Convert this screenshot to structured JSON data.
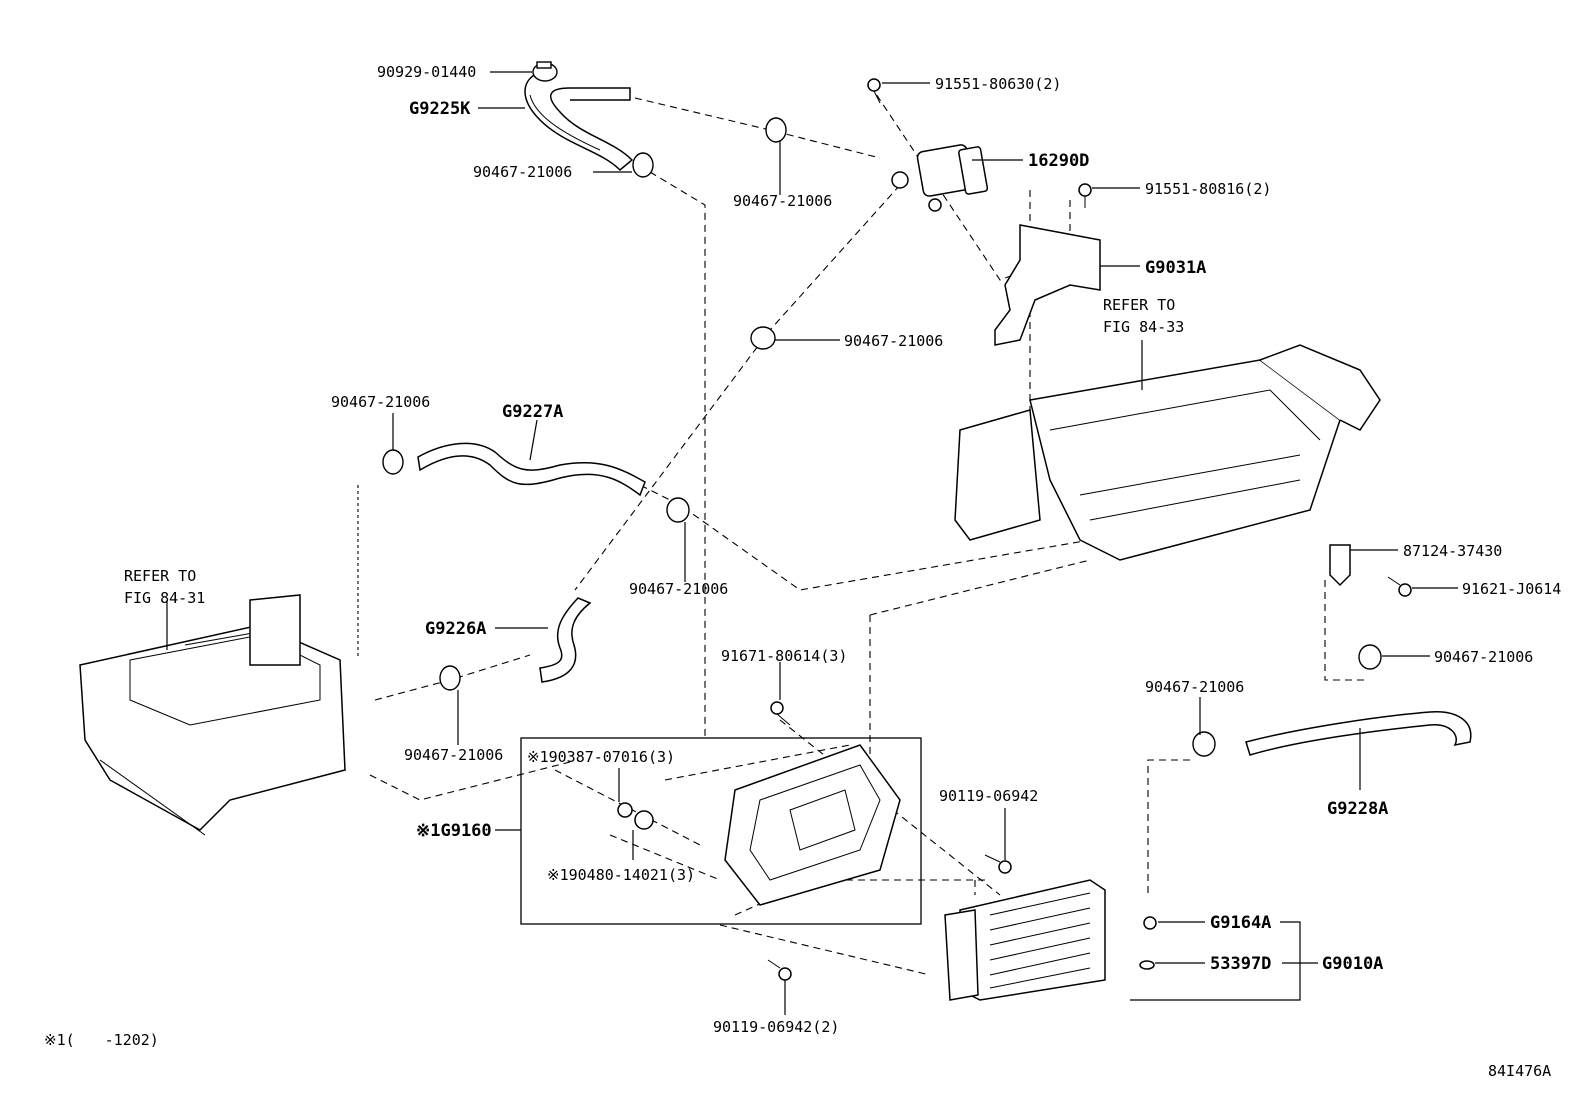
{
  "diagram": {
    "figure_code": "84I476A",
    "footnote": "※1(　　-1202)",
    "references": [
      {
        "id": "ref-fig-84-33",
        "line1": "REFER TO",
        "line2": "FIG 84-33"
      },
      {
        "id": "ref-fig-84-31",
        "line1": "REFER TO",
        "line2": "FIG 84-31"
      }
    ],
    "parts": [
      {
        "id": "p-90929-01440",
        "text": "90929-01440"
      },
      {
        "id": "p-g9225k",
        "text": "G9225K"
      },
      {
        "id": "p-90467-a",
        "text": "90467-21006"
      },
      {
        "id": "p-90467-b",
        "text": "90467-21006"
      },
      {
        "id": "p-91551-80630",
        "text": "91551-80630(2)"
      },
      {
        "id": "p-16290d",
        "text": "16290D"
      },
      {
        "id": "p-91551-80816",
        "text": "91551-80816(2)"
      },
      {
        "id": "p-g9031a",
        "text": "G9031A"
      },
      {
        "id": "p-90467-c",
        "text": "90467-21006"
      },
      {
        "id": "p-90467-d",
        "text": "90467-21006"
      },
      {
        "id": "p-g9227a",
        "text": "G9227A"
      },
      {
        "id": "p-90467-e",
        "text": "90467-21006"
      },
      {
        "id": "p-g9226a",
        "text": "G9226A"
      },
      {
        "id": "p-87124-37430",
        "text": "87124-37430"
      },
      {
        "id": "p-91621-j0614",
        "text": "91621-J0614"
      },
      {
        "id": "p-91671-80614",
        "text": "91671-80614(3)"
      },
      {
        "id": "p-90467-f",
        "text": "90467-21006"
      },
      {
        "id": "p-90467-g",
        "text": "90467-21006"
      },
      {
        "id": "p-90467-h",
        "text": "90467-21006"
      },
      {
        "id": "p-g9228a",
        "text": "G9228A"
      },
      {
        "id": "p-190387-07016",
        "text": "※190387-07016(3)"
      },
      {
        "id": "p-g9160",
        "text": "※1G9160"
      },
      {
        "id": "p-190480-14021",
        "text": "※190480-14021(3)"
      },
      {
        "id": "p-90119-06942",
        "text": "90119-06942"
      },
      {
        "id": "p-g9164a",
        "text": "G9164A"
      },
      {
        "id": "p-53397d",
        "text": "53397D"
      },
      {
        "id": "p-g9010a",
        "text": "G9010A"
      },
      {
        "id": "p-90119-06942-2",
        "text": "90119-06942(2)"
      }
    ]
  }
}
